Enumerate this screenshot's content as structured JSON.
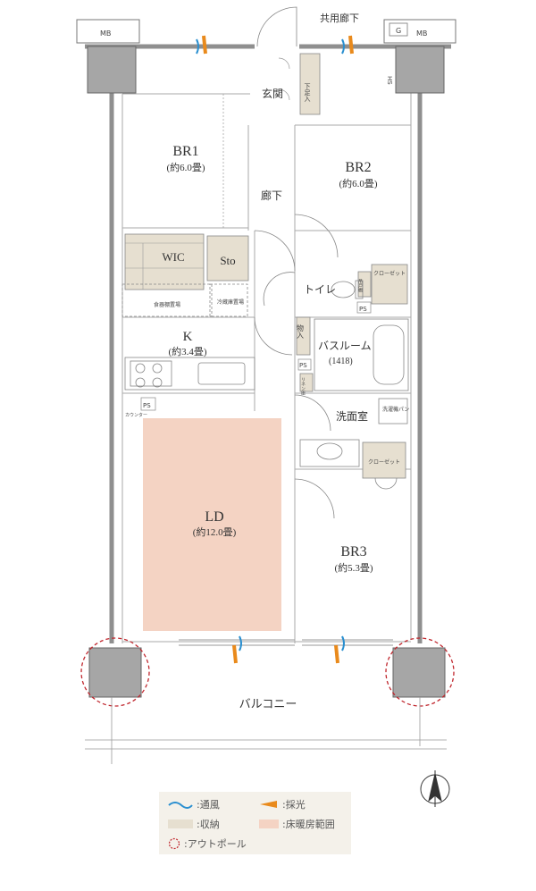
{
  "rooms": {
    "br1": {
      "name": "BR1",
      "size": "(約6.0畳)"
    },
    "br2": {
      "name": "BR2",
      "size": "(約6.0畳)"
    },
    "br3": {
      "name": "BR3",
      "size": "(約5.3畳)"
    },
    "k": {
      "name": "K",
      "size": "(約3.4畳)"
    },
    "ld": {
      "name": "LD",
      "size": "(約12.0畳)"
    },
    "wic": "WIC",
    "sto": "Sto",
    "genkan": "玄関",
    "rouka": "廊下",
    "toilet": "トイレ",
    "bath": "バスルーム",
    "bath_size": "(1418)",
    "senmen": "洗面室",
    "balcony": "バルコニー",
    "kyoyo_rouka": "共用廊下"
  },
  "small_labels": {
    "mb_left": "MB",
    "mb_right": "MB",
    "g": "G",
    "hs": "HS",
    "ps1": "PS",
    "ps2": "PS",
    "ps3": "PS",
    "shoe": "下足入",
    "closet1": "クローゼット",
    "closet2": "クローゼット",
    "monoire": "物入",
    "linen": "リネン庫",
    "jogu": "吊戸棚",
    "counter": "カウンター",
    "fridge": "冷蔵庫置場",
    "washer": "洗濯機パン",
    "shelf": "食器棚置場"
  },
  "legend": {
    "wind": ":通風",
    "light": ":採光",
    "storage": ":収納",
    "heating": ":床暖房範囲",
    "outpole": ":アウトポール"
  },
  "colors": {
    "wall": "#9a9a9a",
    "column": "#a6a6a6",
    "storage": "#e6dfd0",
    "floor_heating": "#f4d3c3",
    "wind": "#2a8fd0",
    "light": "#e98a1c",
    "outpole": "#c0262d",
    "legend_bg": "#f4f1ea"
  }
}
